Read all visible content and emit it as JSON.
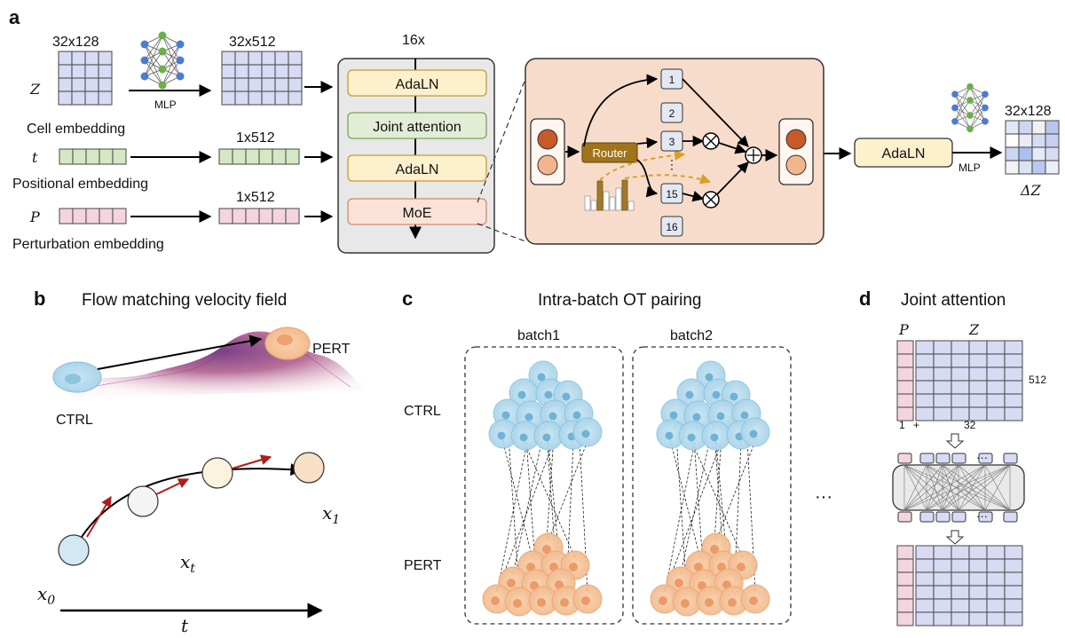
{
  "panel_a": {
    "label": "a",
    "inputs": {
      "z_symbol": "Z",
      "z_caption": "Cell embedding",
      "z_dim": "32x128",
      "t_symbol": "t",
      "t_caption": "Positional embedding",
      "p_symbol": "P",
      "p_caption": "Perturbation embedding"
    },
    "mlp_label": "MLP",
    "z_out_dim": "32x512",
    "t_out_dim": "1x512",
    "p_out_dim": "1x512",
    "repeat": "16x",
    "blocks": [
      "AdaLN",
      "Joint attention",
      "AdaLN",
      "MoE"
    ],
    "router_label": "Router",
    "experts": [
      "1",
      "2",
      "3",
      "15",
      "16"
    ],
    "post_block": "AdaLN",
    "out_mlp_label": "MLP",
    "out_dim": "32x128",
    "out_symbol": "ΔZ",
    "colors": {
      "adaln": "#fdf0cc",
      "attention": "#e1eed5",
      "moe": "#fbe2d6",
      "matrix_z": "#d7dbf3",
      "matrix_t": "#d4e8c4",
      "matrix_p": "#f4d4e0"
    }
  },
  "panel_b": {
    "label": "b",
    "title": "Flow matching velocity field",
    "ctrl": "CTRL",
    "pert": "PERT",
    "x0": "x",
    "x0_sub": "0",
    "xt": "x",
    "xt_sub": "t",
    "x1": "x",
    "x1_sub": "1",
    "t_axis": "t"
  },
  "panel_c": {
    "label": "c",
    "title": "Intra-batch OT pairing",
    "batches": [
      "batch1",
      "batch2"
    ],
    "ctrl": "CTRL",
    "pert": "PERT",
    "ellipsis": "···"
  },
  "panel_d": {
    "label": "d",
    "title": "Joint attention",
    "p_symbol": "P",
    "z_symbol": "Z",
    "dim_rows": "512",
    "dim_p": "1",
    "plus": "+",
    "dim_z": "32",
    "ellipsis": "···"
  }
}
